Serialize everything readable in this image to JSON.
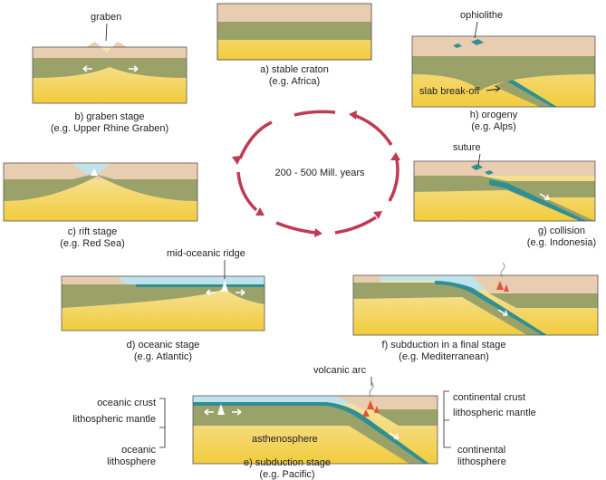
{
  "colors": {
    "crust": "#e9cdb0",
    "mantle": "#9aa26a",
    "asthenosphere_top": "#f7e7b0",
    "asthenosphere_bottom": "#f2cc3c",
    "ocean": "#bfe3ec",
    "oceanic_crust": "#2e8f94",
    "arrows": "#c03a54",
    "magma": "#e2533a"
  },
  "cycle": {
    "center_text": "200 - 500 Mill. years"
  },
  "stages": {
    "a": {
      "title": "a) stable craton",
      "example": "(e.g. Africa)"
    },
    "b": {
      "title": "b) graben stage",
      "example": "(e.g. Upper Rhine Graben)",
      "label_graben": "graben"
    },
    "c": {
      "title": "c) rift stage",
      "example": "(e.g. Red Sea)"
    },
    "d": {
      "title": "d) oceanic stage",
      "example": "(e.g. Atlantic)",
      "label_ridge": "mid-oceanic ridge"
    },
    "e": {
      "title": "e) subduction stage",
      "example": "(e.g. Pacific)",
      "label_arc": "volcanic arc",
      "label_asthenosphere": "asthenosphere"
    },
    "f": {
      "title": "f) subduction in a final stage",
      "example": "(e.g. Mediterranean)"
    },
    "g": {
      "title": "g) collision",
      "example": "(e.g. Indonesia)",
      "label_suture": "suture"
    },
    "h": {
      "title": "h) orogeny",
      "example": "(e.g. Alps)",
      "label_ophiolithe": "ophiolithe",
      "label_slab": "slab break-off"
    }
  },
  "legend": {
    "oceanic_crust": "oceanic crust",
    "lithospheric_mantle_left": "lithospheric mantle",
    "oceanic_lithosphere_1": "oceanic",
    "oceanic_lithosphere_2": "lithosphere",
    "continental_crust": "continental crust",
    "lithospheric_mantle_right": "lithospheric mantle",
    "continental_lithosphere_1": "continental",
    "continental_lithosphere_2": "lithosphere"
  }
}
